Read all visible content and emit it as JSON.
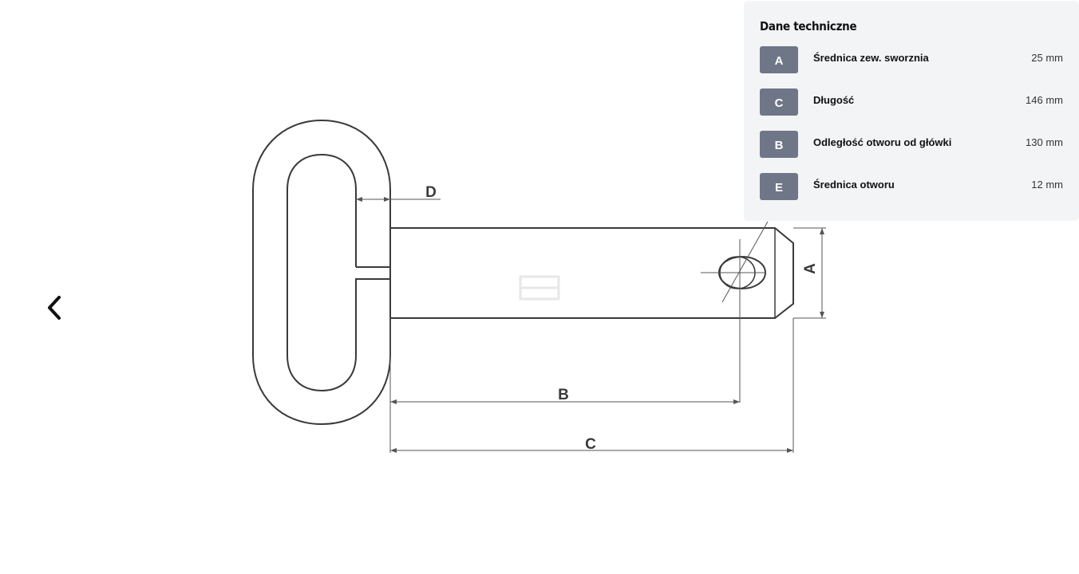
{
  "gallery": {
    "prev_icon": "chevron-left-icon"
  },
  "drawing": {
    "labels": {
      "A": "A",
      "B": "B",
      "C": "C",
      "D": "D"
    },
    "line_color": "#3a3a3a",
    "dim_color": "#555555"
  },
  "specs": {
    "title": "Dane techniczne",
    "badge_color": "#6f7687",
    "background": "#f3f4f6",
    "rows": [
      {
        "badge": "A",
        "label": "Średnica zew. sworznia",
        "value": "25 mm"
      },
      {
        "badge": "C",
        "label": "Długość",
        "value": "146 mm"
      },
      {
        "badge": "B",
        "label": "Odległość otworu od główki",
        "value": "130 mm"
      },
      {
        "badge": "E",
        "label": "Średnica otworu",
        "value": "12 mm"
      }
    ]
  }
}
